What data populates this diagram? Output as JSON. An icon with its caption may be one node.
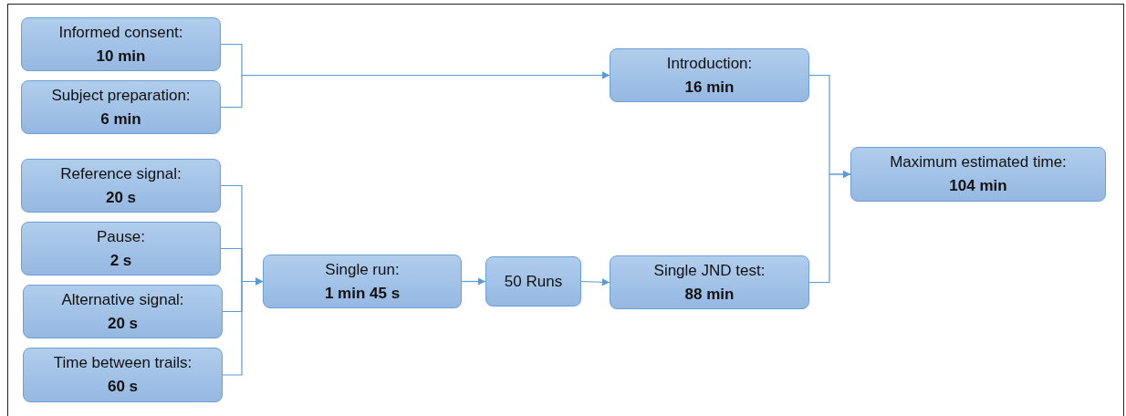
{
  "diagram": {
    "nodes": [
      {
        "text": [
          "Informed consent:",
          "10 min"
        ]
      },
      {
        "text": [
          "Subject preparation:",
          "6 min"
        ]
      },
      {
        "text": [
          "Introduction:",
          "16 min"
        ]
      },
      {
        "text": [
          "Reference signal:",
          "20 s"
        ]
      },
      {
        "text": [
          "Pause:",
          "2 s"
        ]
      },
      {
        "text": [
          "Alternative signal:",
          "20 s"
        ]
      },
      {
        "text": [
          "Time between trails:",
          "60 s"
        ]
      },
      {
        "text": [
          "Single run:",
          "1 min 45 s"
        ]
      },
      {
        "text": [
          "50 Runs"
        ]
      },
      {
        "text": [
          "Single JND test:",
          "88 min"
        ]
      },
      {
        "text": [
          "Maximum estimated time:",
          "104 min"
        ]
      }
    ],
    "edges": [
      {
        "from": 0,
        "to": 2,
        "arrow": "to"
      },
      {
        "from": 1,
        "to": 2,
        "arrow": "to"
      },
      {
        "from": 3,
        "to": 7,
        "arrow": "to"
      },
      {
        "from": 4,
        "to": 7,
        "arrow": "to"
      },
      {
        "from": 5,
        "to": 7,
        "arrow": "to"
      },
      {
        "from": 6,
        "to": 7,
        "arrow": "to"
      },
      {
        "from": 7,
        "to": 8,
        "arrow": "to"
      },
      {
        "from": 8,
        "to": 9,
        "arrow": "to"
      },
      {
        "from": 2,
        "to": 10,
        "arrow": "to"
      },
      {
        "from": 9,
        "to": 10,
        "arrow": "to"
      }
    ]
  }
}
